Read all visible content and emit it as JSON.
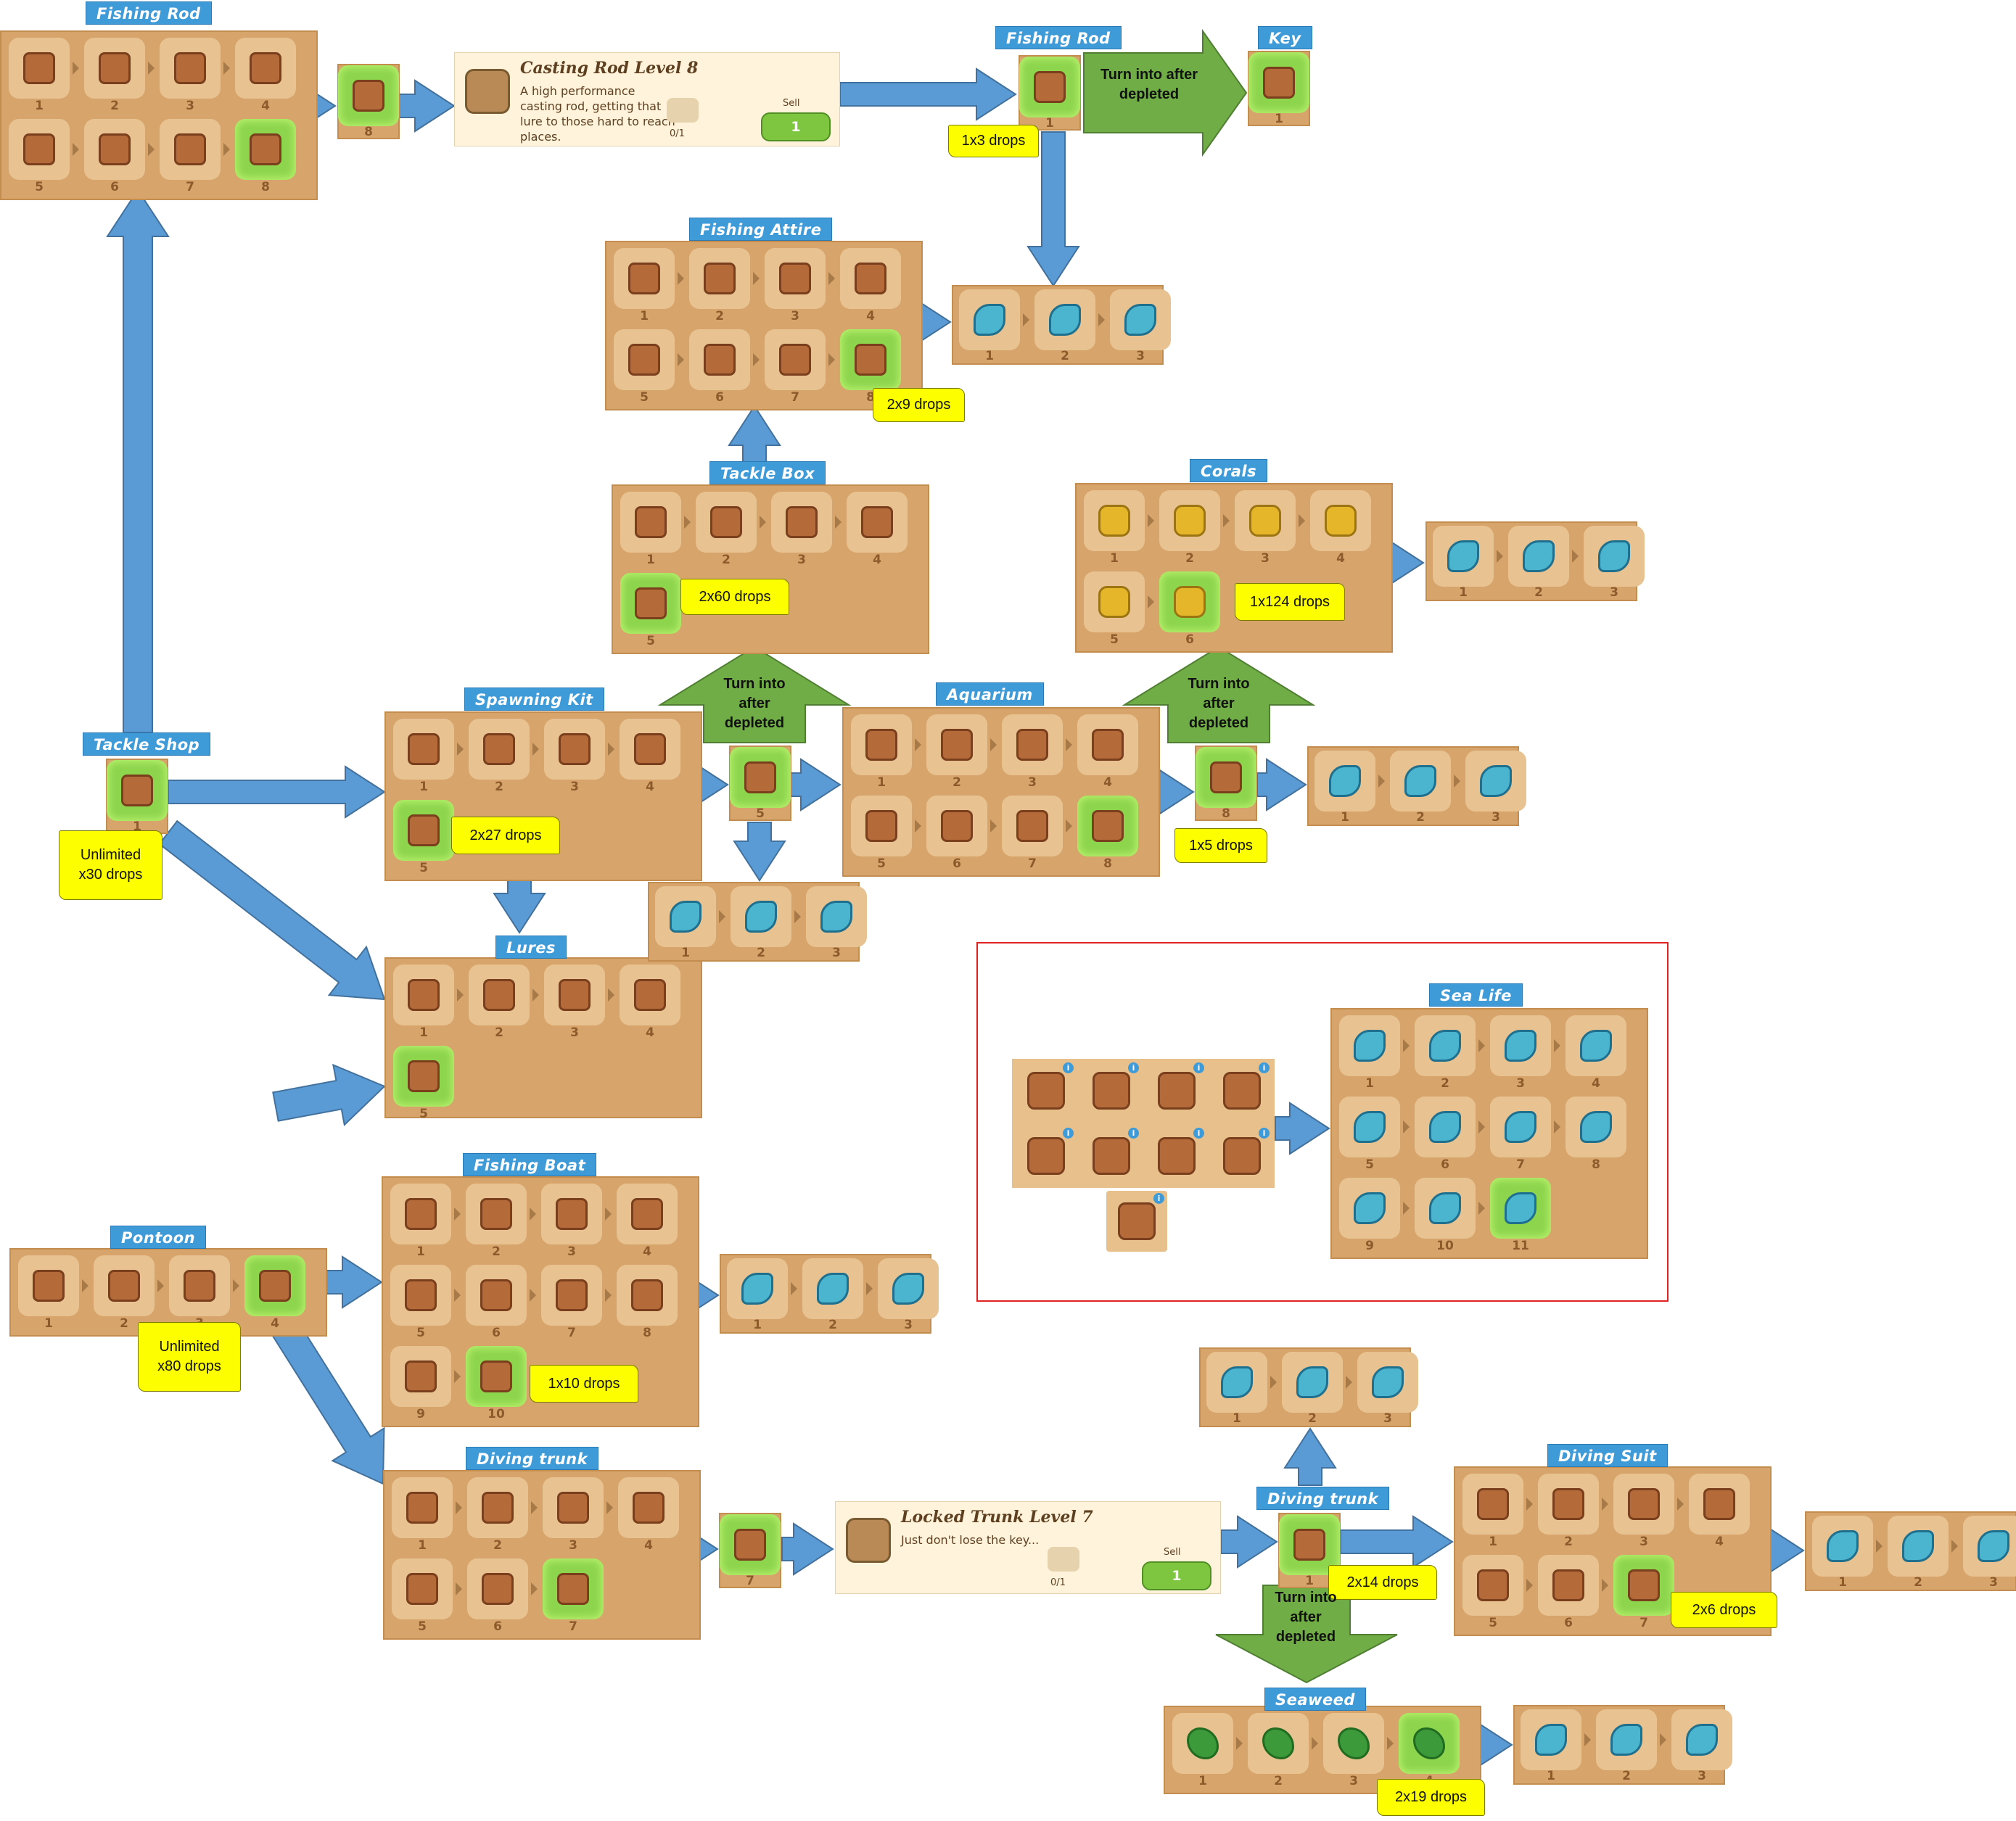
{
  "panels": [
    {
      "name": "fishing-rod-panel",
      "title": "Fishing Rod",
      "items": [
        "1",
        "2",
        "3",
        "4",
        "5",
        "6",
        "7",
        "8"
      ],
      "selected": [
        7
      ]
    },
    {
      "name": "fishing-attire-panel",
      "title": "Fishing Attire",
      "items": [
        "1",
        "2",
        "3",
        "4",
        "5",
        "6",
        "7",
        "8"
      ],
      "selected": [
        7
      ]
    },
    {
      "name": "tackle-box-panel",
      "title": "Tackle Box",
      "items": [
        "1",
        "2",
        "3",
        "4",
        "5"
      ],
      "selected": [
        4
      ]
    },
    {
      "name": "corals-panel",
      "title": "Corals",
      "items": [
        "1",
        "2",
        "3",
        "4",
        "5",
        "6"
      ],
      "selected": [
        5
      ]
    },
    {
      "name": "spawning-kit-panel",
      "title": "Spawning Kit",
      "items": [
        "1",
        "2",
        "3",
        "4",
        "5"
      ],
      "selected": [
        4
      ]
    },
    {
      "name": "aquarium-panel",
      "title": "Aquarium",
      "items": [
        "1",
        "2",
        "3",
        "4",
        "5",
        "6",
        "7",
        "8"
      ],
      "selected": [
        7
      ]
    },
    {
      "name": "lures-panel",
      "title": "Lures",
      "items": [
        "1",
        "2",
        "3",
        "4",
        "5"
      ],
      "selected": [
        4
      ]
    },
    {
      "name": "fishing-boat-panel",
      "title": "Fishing Boat",
      "items": [
        "1",
        "2",
        "3",
        "4",
        "5",
        "6",
        "7",
        "8",
        "9",
        "10"
      ],
      "selected": [
        9
      ]
    },
    {
      "name": "pontoon-panel",
      "title": "Pontoon",
      "items": [
        "1",
        "2",
        "3",
        "4"
      ],
      "selected": [
        3
      ]
    },
    {
      "name": "diving-trunk-panel",
      "title": "Diving trunk",
      "items": [
        "1",
        "2",
        "3",
        "4",
        "5",
        "6",
        "7"
      ],
      "selected": [
        6
      ]
    },
    {
      "name": "diving-suit-panel",
      "title": "Diving Suit",
      "items": [
        "1",
        "2",
        "3",
        "4",
        "5",
        "6",
        "7"
      ],
      "selected": [
        6
      ]
    },
    {
      "name": "seaweed-panel",
      "title": "Seaweed",
      "items": [
        "1",
        "2",
        "3",
        "4"
      ],
      "selected": [
        3
      ]
    },
    {
      "name": "sea-life-panel",
      "title": "Sea Life",
      "items": [
        "1",
        "2",
        "3",
        "4",
        "5",
        "6",
        "7",
        "8",
        "9",
        "10",
        "11"
      ],
      "selected": [
        10
      ]
    }
  ],
  "singles": [
    {
      "name": "tackle-shop-item",
      "title": "Tackle Shop",
      "num": "1"
    },
    {
      "name": "fishing-rod-level8-item",
      "title": "",
      "num": "8"
    },
    {
      "name": "fishing-rod-depleting-item",
      "title": "Fishing Rod",
      "num": "1"
    },
    {
      "name": "key-item",
      "title": "Key",
      "num": "1"
    },
    {
      "name": "spawning-kit-level5-item",
      "title": "",
      "num": "5"
    },
    {
      "name": "aquarium-level8-item",
      "title": "",
      "num": "8"
    },
    {
      "name": "diving-trunk-level7-item",
      "title": "",
      "num": "7"
    },
    {
      "name": "diving-trunk-depleting-item",
      "title": "Diving trunk",
      "num": "1"
    }
  ],
  "fish_rows": [
    {
      "name": "fish-row-attire",
      "nums": [
        "1",
        "2",
        "3"
      ]
    },
    {
      "name": "fish-row-corals",
      "nums": [
        "1",
        "2",
        "3"
      ]
    },
    {
      "name": "fish-row-aquarium",
      "nums": [
        "1",
        "2",
        "3"
      ]
    },
    {
      "name": "fish-row-spawning",
      "nums": [
        "1",
        "2",
        "3"
      ]
    },
    {
      "name": "fish-row-boat",
      "nums": [
        "1",
        "2",
        "3"
      ]
    },
    {
      "name": "fish-row-diving-trunk",
      "nums": [
        "1",
        "2",
        "3"
      ]
    },
    {
      "name": "fish-row-diving-suit",
      "nums": [
        "1",
        "2",
        "3"
      ]
    },
    {
      "name": "fish-row-seaweed",
      "nums": [
        "1",
        "2",
        "3"
      ]
    }
  ],
  "drops": [
    {
      "name": "drops-tackle-shop",
      "text": "Unlimited\nx30 drops"
    },
    {
      "name": "drops-fishing-rod",
      "text": "1x3 drops"
    },
    {
      "name": "drops-fishing-attire",
      "text": "2x9 drops"
    },
    {
      "name": "drops-tackle-box",
      "text": "2x60 drops"
    },
    {
      "name": "drops-corals",
      "text": "1x124 drops"
    },
    {
      "name": "drops-spawning-kit",
      "text": "2x27 drops"
    },
    {
      "name": "drops-aquarium",
      "text": "1x5 drops"
    },
    {
      "name": "drops-pontoon",
      "text": "Unlimited\nx80 drops"
    },
    {
      "name": "drops-fishing-boat",
      "text": "1x10 drops"
    },
    {
      "name": "drops-diving-trunk",
      "text": "2x14 drops"
    },
    {
      "name": "drops-diving-suit",
      "text": "2x6 drops"
    },
    {
      "name": "drops-seaweed",
      "text": "2x19 drops"
    }
  ],
  "green_labels": [
    {
      "name": "label-turn-into-key",
      "text": "Turn into after\ndepleted"
    },
    {
      "name": "label-turn-into-spawning",
      "text": "Turn into\nafter\ndepleted"
    },
    {
      "name": "label-turn-into-aquarium",
      "text": "Turn into\nafter\ndepleted"
    },
    {
      "name": "label-turn-into-seaweed",
      "text": "Turn into\nafter\ndepleted"
    }
  ],
  "info_cards": [
    {
      "name": "casting-rod-card",
      "title": "Casting Rod Level 8",
      "desc": "A high performance casting rod, getting that lure to those hard to reach places.",
      "count": "0/1",
      "sell_label": "Sell",
      "sell_value": "1"
    },
    {
      "name": "locked-trunk-card",
      "title": "Locked Trunk Level 7",
      "desc": "Just don't lose the key...",
      "count": "0/1",
      "sell_label": "Sell",
      "sell_value": "1"
    }
  ],
  "sources_grid": {
    "count": 9
  },
  "colors": {
    "panel": "#d7a56c",
    "title": "#3f9ad8",
    "arrow_blue": "#5b9bd5",
    "arrow_green": "#70ad47",
    "drops": "#fdff00",
    "highlight": "#e02222"
  }
}
